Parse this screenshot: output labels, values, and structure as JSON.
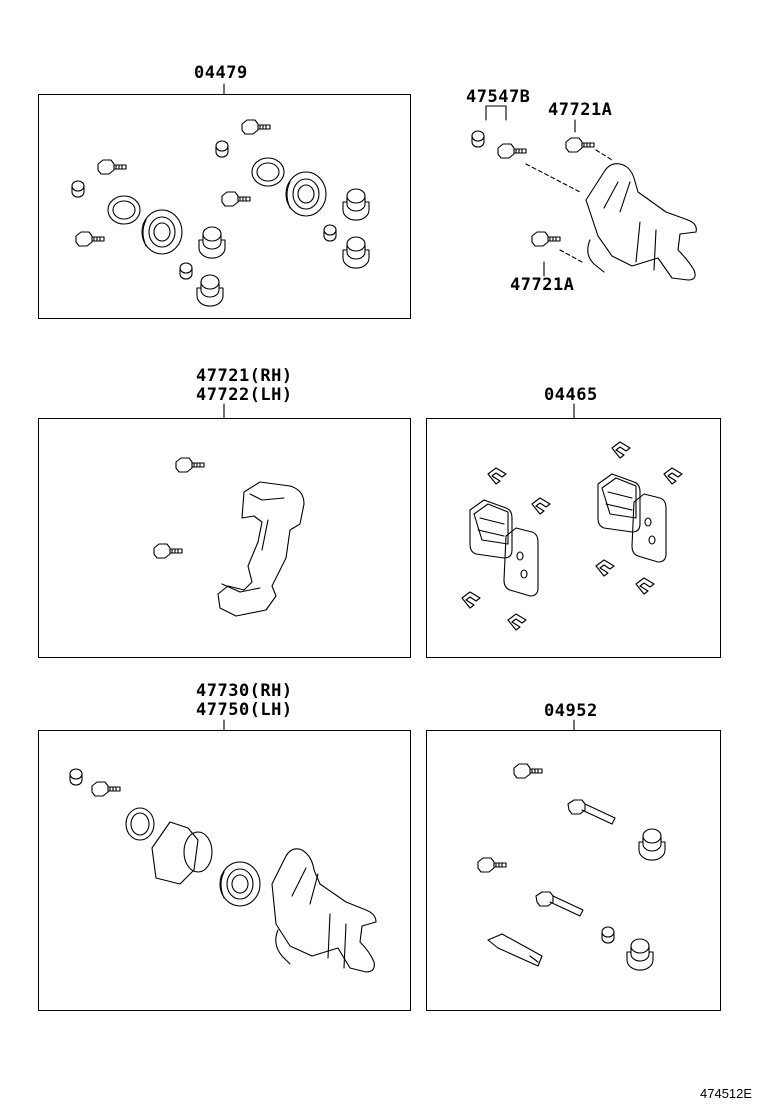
{
  "panels": {
    "p04479": {
      "label": "04479"
    },
    "p47547b": {
      "label_a": "47547B",
      "label_b": "47721A",
      "label_c": "47721A"
    },
    "p47721": {
      "label_1": "47721(RH)",
      "label_2": "47722(LH)"
    },
    "p04465": {
      "label": "04465"
    },
    "p47730": {
      "label_1": "47730(RH)",
      "label_2": "47750(LH)"
    },
    "p04952": {
      "label": "04952"
    }
  },
  "figure_code": "474512E"
}
